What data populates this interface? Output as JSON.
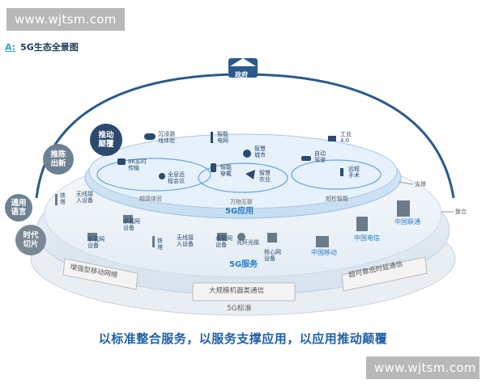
{
  "watermark_top": "www.wjtsm.com",
  "watermark_bottom": "www.wjtsm.com",
  "heading": {
    "prefix": "A:",
    "title": "5G生态全景图"
  },
  "government": "政府",
  "bubbles": [
    "推动\n颠覆",
    "推陈\n出新",
    "通用\n语言",
    "时代\n切片"
  ],
  "apps": {
    "immersive_game": "沉浸游\n戏体验",
    "smart_grid": "智能\n电网",
    "smart_city": "智慧\n城市",
    "industry40": "工业\n4.0",
    "realtime_8k": "8K实时\n传输",
    "holo_meeting": "全息远\n程会议",
    "smart_wear": "智能\n穿戴",
    "smart_agri": "智慧\n农业",
    "auto_drive": "自动\n驾驶",
    "remote_surgery": "远程\n手术"
  },
  "app_bands": [
    "超感体验",
    "万物互联",
    "超秒智能"
  ],
  "layer_app": "5G应用",
  "support": "支撑",
  "integrate": "整合",
  "services": {
    "railway_left": "铁\n塔",
    "wireless_left": "无线接\n入设备",
    "bearer_left": "承载网\n设备",
    "bearer_mid": "承载网\n设备",
    "railway_mid": "铁\n塔",
    "wireless_mid": "无线接\n入设备",
    "bearer_c": "承载网\n设备",
    "fiber": "光纤光缆",
    "core": "核心网\n设备"
  },
  "layer_service": "5G服务",
  "operators": [
    "中国电信",
    "中国联通",
    "中国移动"
  ],
  "bands": [
    "增强型移动网络",
    "大规模机器类通信",
    "超可靠低时延通信"
  ],
  "layer_standard": "5G标准",
  "slogan": "以标准整合服务，以服务支撑应用，以应用推动颠覆",
  "colors": {
    "accent": "#2a7cc7",
    "dark": "#1f3a5c",
    "disk": "#dfe9f3",
    "bubble_dark": "#2c4a6e",
    "bubble_gray": "#7b8794"
  }
}
